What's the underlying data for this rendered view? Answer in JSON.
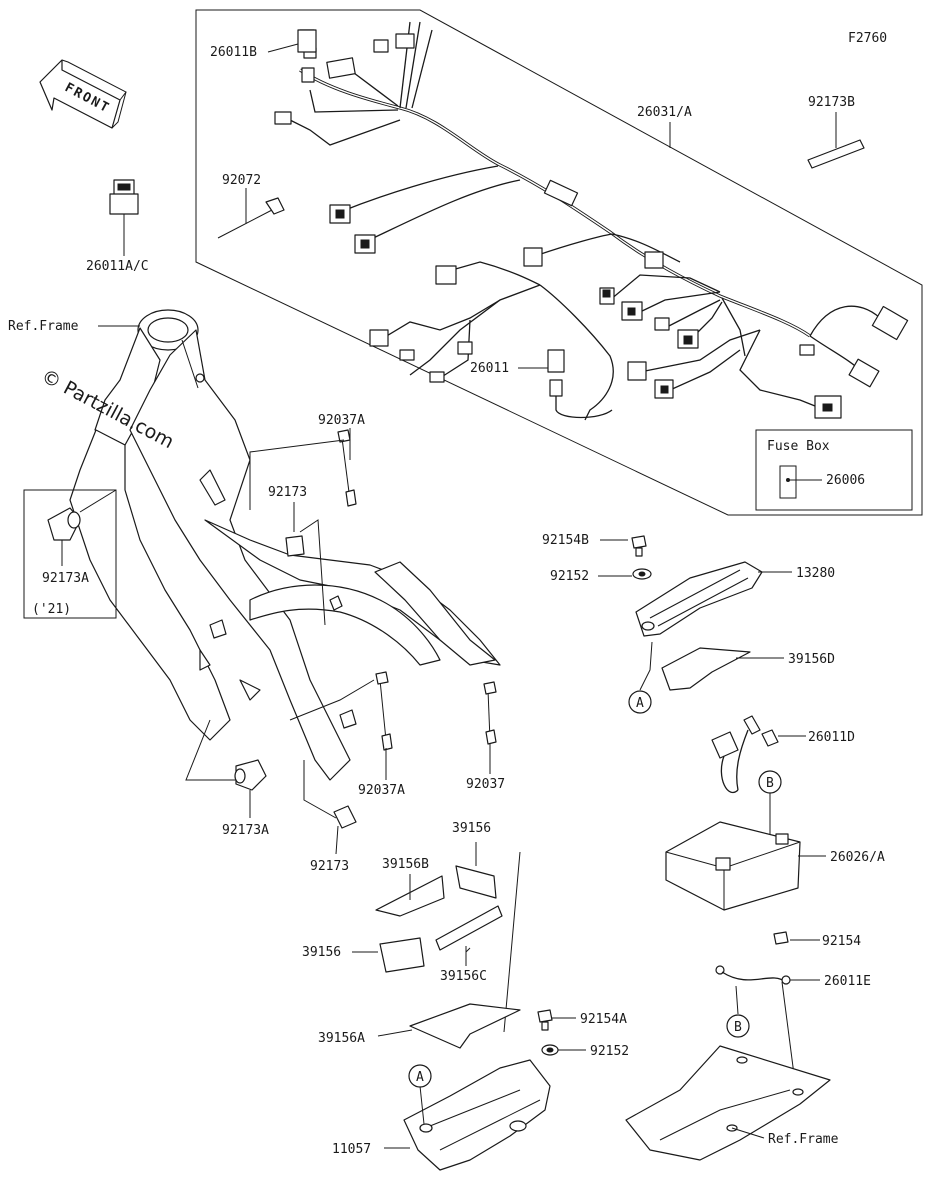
{
  "figure_code": "F2760",
  "front_label": "FRONT",
  "watermark": "© Partzilla.com",
  "fuse_box_title": "Fuse Box",
  "callout_a": "A",
  "callout_b": "B",
  "labels": {
    "p26011B": "26011B",
    "p26011AC": "26011A/C",
    "p26031A": "26031/A",
    "p92173B": "92173B",
    "p92072": "92072",
    "p26011": "26011",
    "p26006": "26006",
    "refFrameTop": "Ref.Frame",
    "p92037A_top": "92037A",
    "p92173_mid": "92173",
    "p92173A": "92173A",
    "p21": "('21)",
    "p92154B": "92154B",
    "p92152_top": "92152",
    "p13280": "13280",
    "p39156D": "39156D",
    "p26011D": "26011D",
    "p26026A": "26026/A",
    "p92154": "92154",
    "p26011E": "26011E",
    "p92173A_bot": "92173A",
    "p92037A_bot": "92037A",
    "p92037": "92037",
    "p92173_bot": "92173",
    "p39156_top": "39156",
    "p39156B": "39156B",
    "p39156_left": "39156",
    "p39156C": "39156C",
    "p39156A": "39156A",
    "p92154A": "92154A",
    "p92152_bot": "92152",
    "p11057": "11057",
    "refFrameBot": "Ref.Frame"
  }
}
